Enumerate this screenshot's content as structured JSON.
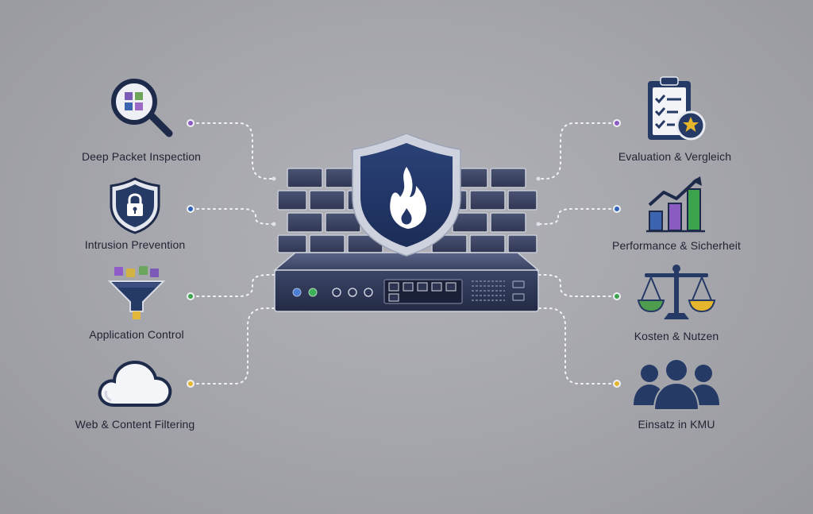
{
  "left_features": [
    {
      "label": "Deep Packet Inspection",
      "icon": "magnifier-grid-icon",
      "dot_color": "#8a5cc2"
    },
    {
      "label": "Intrusion Prevention",
      "icon": "shield-lock-icon",
      "dot_color": "#2f63b8"
    },
    {
      "label": "Application Control",
      "icon": "funnel-icon",
      "dot_color": "#3aa34b"
    },
    {
      "label": "Web & Content Filtering",
      "icon": "cloud-icon",
      "dot_color": "#e5b52b"
    }
  ],
  "right_features": [
    {
      "label": "Evaluation & Vergleich",
      "icon": "clipboard-checklist-star-icon",
      "dot_color": "#8a5cc2"
    },
    {
      "label": "Performance & Sicherheit",
      "icon": "bar-chart-trend-icon",
      "dot_color": "#2f63b8"
    },
    {
      "label": "Kosten & Nutzen",
      "icon": "balance-scale-icon",
      "dot_color": "#3aa34b"
    },
    {
      "label": "Einsatz in KMU",
      "icon": "people-group-icon",
      "dot_color": "#e5b52b"
    }
  ],
  "center": {
    "icon": "firewall-appliance-icon",
    "shield_icon": "shield-flame-icon",
    "wall_icon": "brick-wall-icon"
  },
  "colors": {
    "navy": "#263a66",
    "dark_navy": "#1b2742",
    "purple": "#8a5cc2",
    "blue": "#2f63b8",
    "green": "#3aa34b",
    "yellow": "#e5b52b"
  }
}
